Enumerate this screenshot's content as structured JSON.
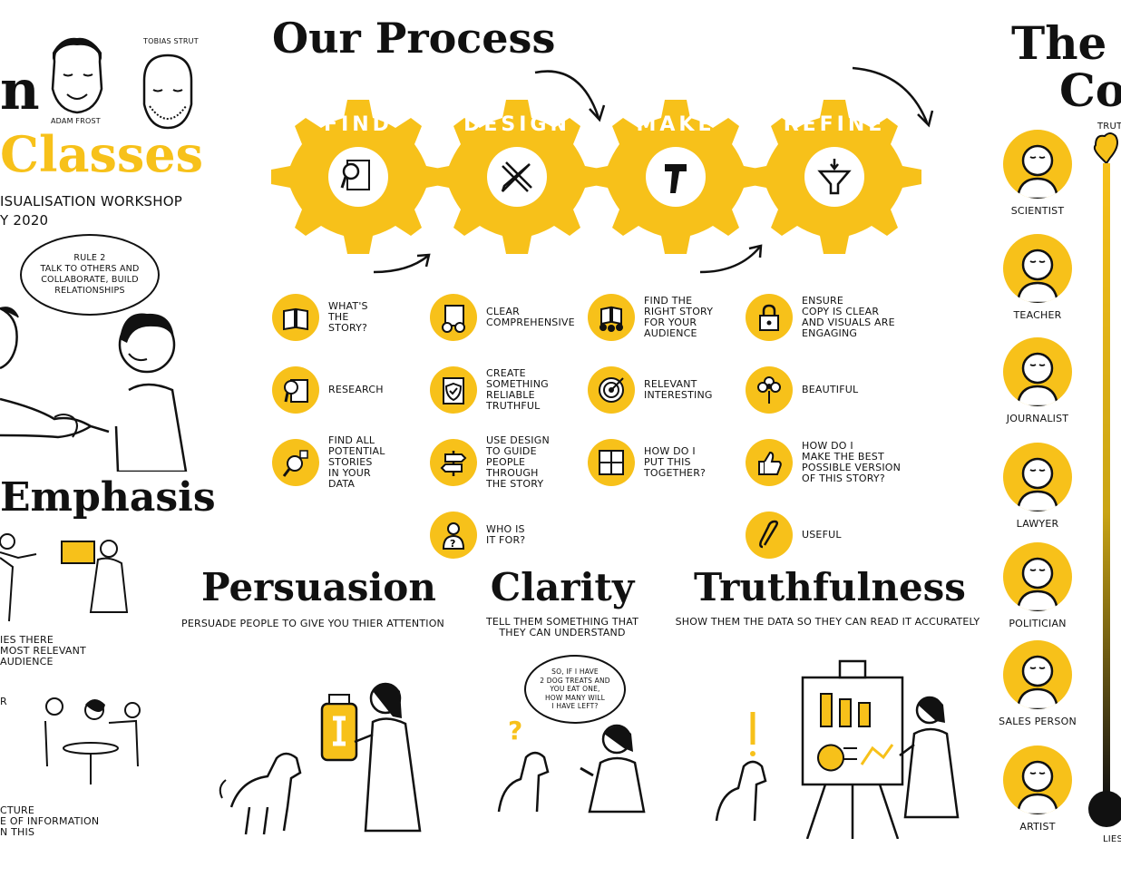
{
  "left": {
    "title_fragment_1": "n",
    "title_fragment_2": "Classes",
    "subtitle_line1": "ISUALISATION WORKSHOP",
    "subtitle_line2": "Y 2020",
    "names": [
      "ADAM FROST",
      "TOBIAS STRUT"
    ],
    "speech_bubble": [
      "RULE 2",
      "TALK TO OTHERS AND",
      "COLLABORATE, BUILD",
      "RELATIONSHIPS"
    ],
    "emphasis_heading": "Emphasis",
    "emphasis_text": [
      "IES THERE",
      "MOST RELEVANT",
      "AUDIENCE"
    ],
    "bottom_text_fragment": "R",
    "structure_text": [
      "CTURE",
      "E OF INFORMATION",
      "N THIS"
    ]
  },
  "process": {
    "heading": "Our Process",
    "gears": [
      {
        "label": "FIND",
        "icon": "document-search-icon"
      },
      {
        "label": "DESIGN",
        "icon": "ruler-pencil-icon"
      },
      {
        "label": "MAKE",
        "icon": "hammer-icon"
      },
      {
        "label": "REFINE",
        "icon": "funnel-icon"
      }
    ],
    "columns": [
      {
        "items": [
          {
            "text": [
              "WHAT'S",
              "THE",
              "STORY?"
            ],
            "icon": "book-icon"
          },
          {
            "text": [
              "RESEARCH"
            ],
            "icon": "search-document-icon"
          },
          {
            "text": [
              "FIND ALL",
              "POTENTIAL",
              "STORIES",
              "IN YOUR",
              "DATA"
            ],
            "icon": "magnifier-data-icon"
          }
        ]
      },
      {
        "items": [
          {
            "text": [
              "CLEAR",
              "COMPREHENSIVE"
            ],
            "icon": "glasses-document-icon"
          },
          {
            "text": [
              "CREATE",
              "SOMETHING",
              "RELIABLE",
              "TRUTHFUL"
            ],
            "icon": "shield-check-icon"
          },
          {
            "text": [
              "USE DESIGN",
              "TO GUIDE",
              "PEOPLE",
              "THROUGH",
              "THE STORY"
            ],
            "icon": "signpost-icon"
          },
          {
            "text": [
              "WHO IS",
              "IT FOR?"
            ],
            "icon": "person-question-icon"
          }
        ]
      },
      {
        "items": [
          {
            "text": [
              "FIND THE",
              "RIGHT STORY",
              "FOR YOUR",
              "AUDIENCE"
            ],
            "icon": "audience-book-icon"
          },
          {
            "text": [
              "RELEVANT",
              "INTERESTING"
            ],
            "icon": "target-icon"
          },
          {
            "text": [
              "HOW DO I",
              "PUT THIS",
              "TOGETHER?"
            ],
            "icon": "puzzle-icon"
          }
        ]
      },
      {
        "items": [
          {
            "text": [
              "ENSURE",
              "COPY IS CLEAR",
              "AND VISUALS ARE",
              "ENGAGING"
            ],
            "icon": "padlock-icon"
          },
          {
            "text": [
              "BEAUTIFUL"
            ],
            "icon": "flower-icon"
          },
          {
            "text": [
              "HOW DO I",
              "MAKE THE BEST",
              "POSSIBLE VERSION",
              "OF THIS STORY?"
            ],
            "icon": "thumbs-up-icon"
          },
          {
            "text": [
              "USEFUL"
            ],
            "icon": "paperclip-icon"
          }
        ]
      }
    ]
  },
  "pillars": [
    {
      "heading": "Persuasion",
      "text": [
        "PERSUADE PEOPLE TO GIVE YOU THIER ATTENTION"
      ]
    },
    {
      "heading": "Clarity",
      "text": [
        "TELL THEM SOMETHING THAT",
        "THEY CAN UNDERSTAND"
      ]
    },
    {
      "heading": "Truthfulness",
      "text": [
        "SHOW THEM THE DATA SO THEY CAN READ IT ACCURATELY"
      ]
    }
  ],
  "clarity_bubble": [
    "SO, IF I HAVE",
    "2 DOG TREATS AND",
    "YOU EAT ONE,",
    "HOW MANY WILL",
    "I HAVE LEFT?"
  ],
  "right": {
    "heading_1": "The S",
    "heading_2": "Co",
    "scale_top": "TRUT",
    "scale_bottom": "LIES",
    "people": [
      "SCIENTIST",
      "TEACHER",
      "JOURNALIST",
      "LAWYER",
      "POLITICIAN",
      "SALES PERSON",
      "ARTIST"
    ]
  },
  "colors": {
    "accent": "#f7c11a",
    "ink": "#111111"
  }
}
